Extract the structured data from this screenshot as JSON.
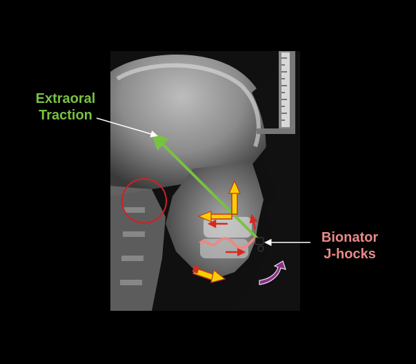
{
  "annotations": {
    "extraoral_traction": {
      "line1": "Extraoral",
      "line2": "Traction",
      "color": "#7ac143"
    },
    "bionator_jhooks": {
      "line1": "Bionator",
      "line2": "J-hocks",
      "color": "#e98a86"
    }
  },
  "colors": {
    "traction_line": "#7ac143",
    "force_arrow_fill": "#f5d000",
    "force_arrow_edge": "#c83224",
    "small_arrow": "#d8281e",
    "rotation_arrow": "#8a2f8a",
    "circle": "#d21f26",
    "pointer": "#ffffff"
  },
  "icons": [
    "xray-skull-image",
    "measurement-ruler-icon",
    "tmj-circle-icon",
    "j-hook-icon",
    "rotation-arrow-icon"
  ]
}
